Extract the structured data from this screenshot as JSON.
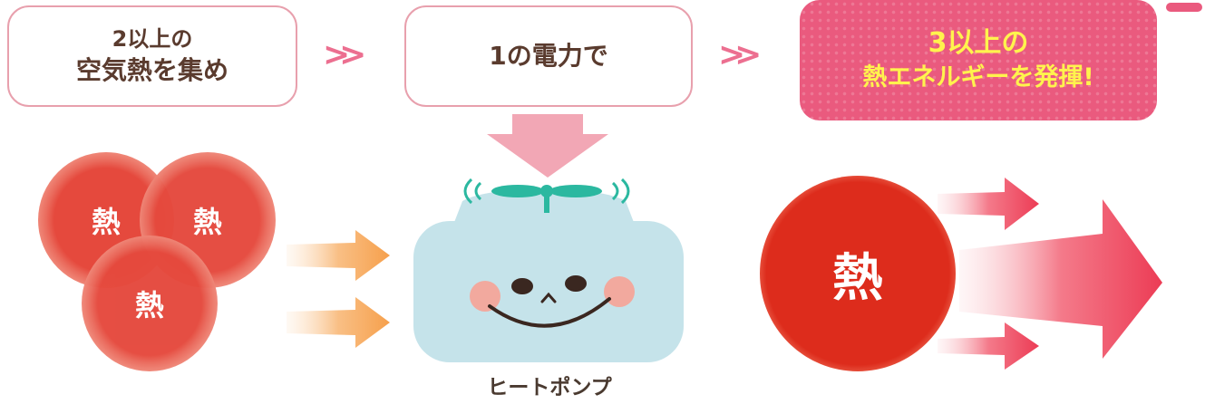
{
  "steps": [
    {
      "line1": "2以上の",
      "line2": "空気熱を集め"
    },
    {
      "line1": "1の電力で"
    },
    {
      "line1": "3以上の",
      "line2": "熱エネルギーを発揮!"
    }
  ],
  "separators": [
    ">>",
    ">>"
  ],
  "heat_labels": [
    "熱",
    "熱",
    "熱"
  ],
  "output_heat_label": "熱",
  "heat_pump_label": "ヒートポンプ",
  "colors": {
    "box_border": "#e8a0ad",
    "text_brown": "#5a3b2e",
    "chevron": "#ec6f90",
    "result_bg": "#ea5a7e",
    "result_text": "#fff34d",
    "heat_red": "#e5493d",
    "orange_arrow": "#f6a04c",
    "pink_arrow": "#f2a7b5",
    "pump_body": "#c5e3ea",
    "propeller": "#2bb8a0"
  }
}
